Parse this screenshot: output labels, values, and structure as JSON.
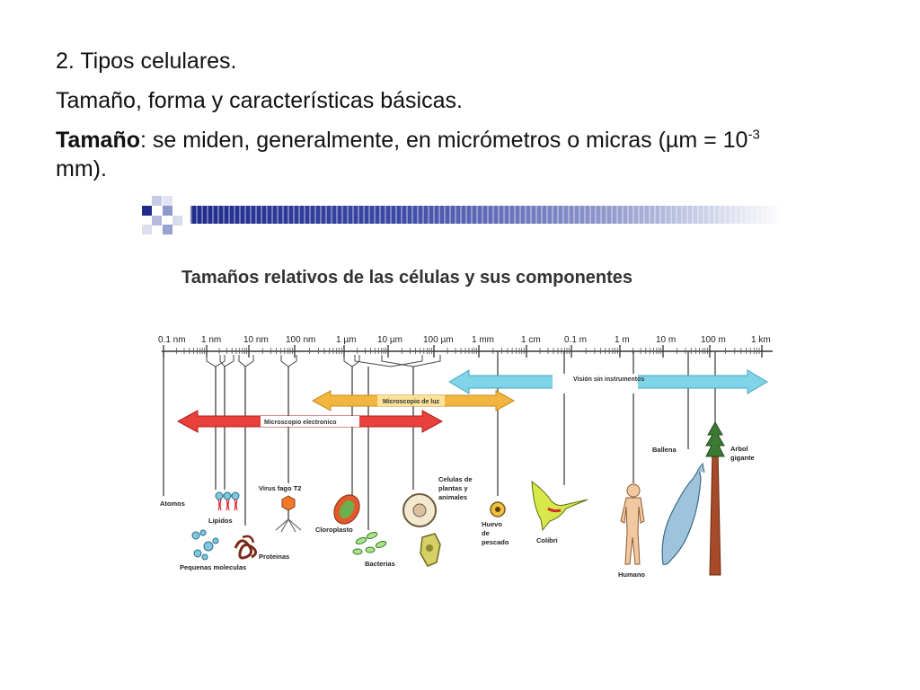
{
  "slide": {
    "heading": "2. Tipos celulares.",
    "subheading": "Tamaño, forma y características básicas.",
    "size_term": "Tamaño",
    "size_text": ": se miden, generalmente, en micrómetros o micras (µm = 10",
    "size_exponent": "-3",
    "size_text_end": "mm)."
  },
  "figure": {
    "title": "Tamaños relativos de las células y sus componentes",
    "scale_labels": [
      "0.1 nm",
      "1 nm",
      "10 nm",
      "100 nm",
      "1 µm",
      "10 µm",
      "100 µm",
      "1 mm",
      "1 cm",
      "0.1 m",
      "1 m",
      "10 m",
      "100 m",
      "1 km"
    ],
    "ranges": {
      "naked_eye": "Visión sin instrumentos",
      "light_microscope": "Microscopio de luz",
      "electron_microscope": "Microscopio electronico"
    },
    "items": {
      "atoms": "Atomos",
      "lipids": "Lipidos",
      "small_molecules": "Pequenas moleculas",
      "proteins": "Proteinas",
      "virus": "Virus fago T2",
      "chloroplast": "Cloroplasto",
      "bacteria": "Bacterias",
      "cells": "Celulas de plantas y animales",
      "egg": "Huevo de pescado",
      "hummingbird": "Colibri",
      "human": "Humano",
      "whale": "Ballena",
      "tree": "Arbol gigante"
    }
  },
  "colors": {
    "deco_blue": "#202c8c",
    "naked_eye_arrow": "#7fd4e8",
    "light_arrow": "#f2b640",
    "electron_arrow": "#e8403a"
  }
}
